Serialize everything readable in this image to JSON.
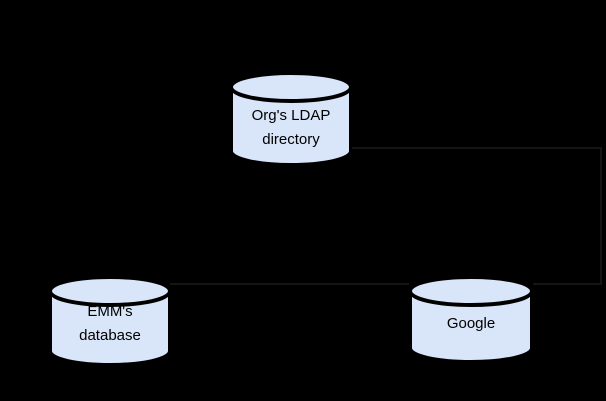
{
  "diagram": {
    "background_color": "#000000",
    "node_stroke_color": "#000000",
    "connector_color": "#151515",
    "nodes": {
      "ldap": {
        "line1": "Org's LDAP",
        "line2": "directory",
        "fill": "#d9e5f8",
        "shape": "database-cylinder"
      },
      "emm": {
        "line1": "EMM's",
        "line2": "database",
        "fill": "#d9e5f8",
        "shape": "database-cylinder"
      },
      "google": {
        "line1": "Google",
        "fill": "#d9e5f8",
        "shape": "database-cylinder"
      }
    },
    "connectors": [
      {
        "from": "emm",
        "to": "google"
      },
      {
        "from": "ldap",
        "to": "google"
      }
    ]
  }
}
